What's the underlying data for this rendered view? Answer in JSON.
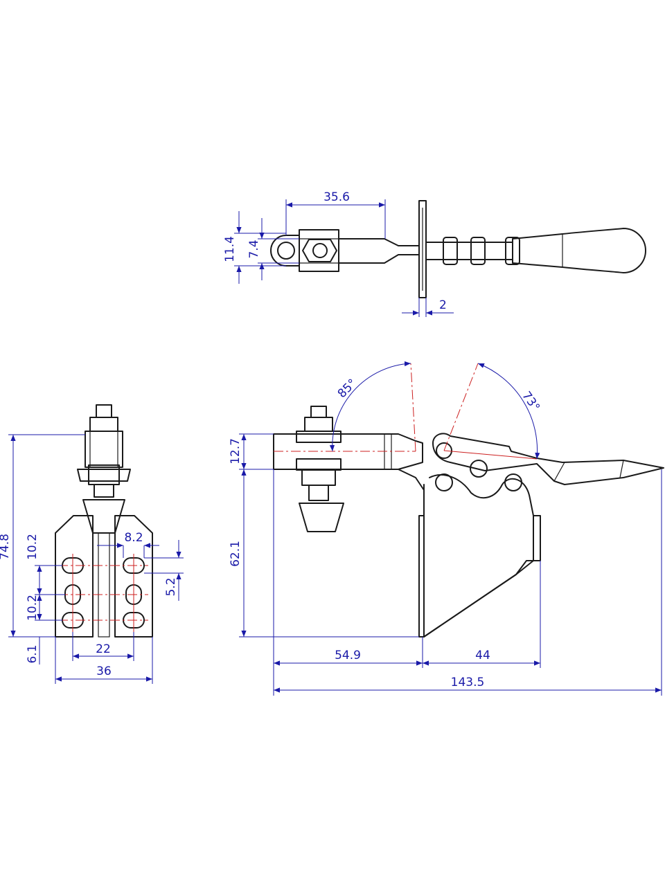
{
  "drawing": {
    "colors": {
      "outline": "#1a1a1a",
      "dimension": "#1a1aa8",
      "centerline": "#cc1f1f",
      "background": "#ffffff"
    },
    "dimensions": {
      "top_width_35_6": "35.6",
      "top_height_11_4": "11.4",
      "top_height_7_4": "7.4",
      "top_thickness_2": "2",
      "front_height_74_8": "74.8",
      "front_slot_10_2_a": "10.2",
      "front_slot_10_2_b": "10.2",
      "front_slot_width_8_2": "8.2",
      "front_slot_len_5_2": "5.2",
      "front_offset_6_1": "6.1",
      "front_hole_spacing_22": "22",
      "front_base_width_36": "36",
      "side_height_12_7": "12.7",
      "side_height_62_1": "62.1",
      "side_len_54_9": "54.9",
      "side_len_44": "44",
      "side_total_143_5": "143.5",
      "side_angle_85": "85°",
      "side_angle_73": "73°"
    }
  }
}
